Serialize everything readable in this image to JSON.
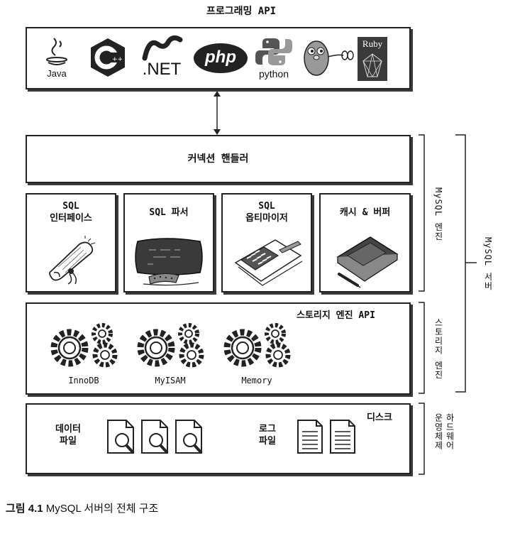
{
  "programming_api": {
    "title": "프로그래밍 API",
    "languages": [
      "Java",
      ".NET",
      "php",
      "python",
      "Ruby"
    ]
  },
  "connection_handler": "커넥션 핸들러",
  "components": {
    "sql_interface": "SQL\n인터페이스",
    "sql_parser": "SQL 파서",
    "sql_optimizer": "SQL\n옵티마이저",
    "cache_buffer": "캐시 & 버퍼"
  },
  "storage_engine": {
    "title": "스토리지 엔진 API",
    "engines": [
      "InnoDB",
      "MyISAM",
      "Memory"
    ]
  },
  "disk": {
    "title": "디스크",
    "data_files": "데이터\n파일",
    "log_files": "로그\n파일"
  },
  "side_labels": {
    "mysql_engine": "MySQL 엔진",
    "storage_engine": "스토리지 엔진",
    "mysql_server": "MySQL 서버",
    "os_hardware_1": "운영체제",
    "os_hardware_2": "하드웨어"
  },
  "caption": {
    "figure": "그림 4.1",
    "text": " MySQL 서버의 전체 구조"
  }
}
